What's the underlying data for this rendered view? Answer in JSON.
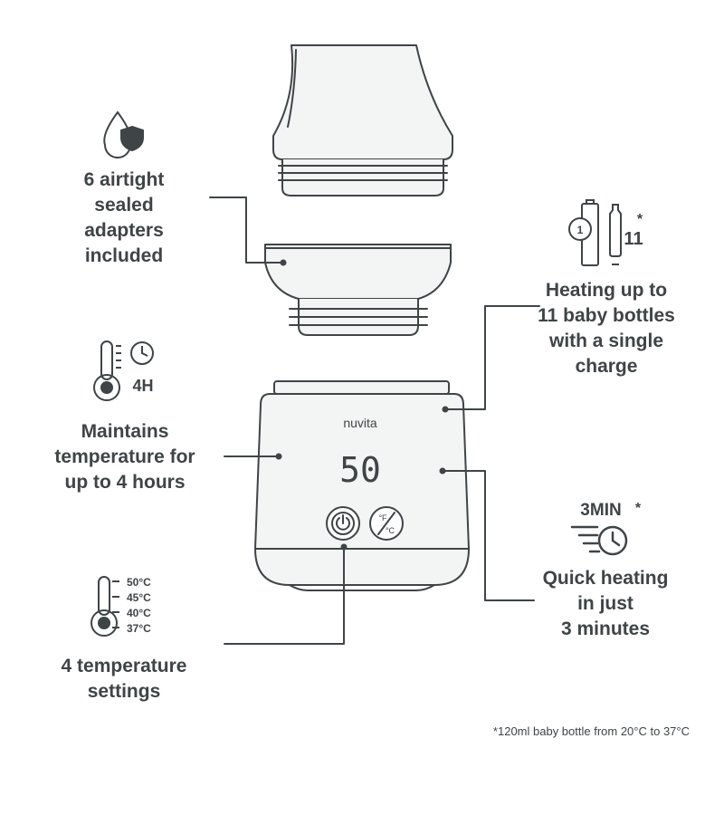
{
  "brand": "nuvita",
  "display_value": "50",
  "features": {
    "adapters": {
      "lines": [
        "6 airtight",
        "sealed",
        "adapters",
        "included"
      ]
    },
    "bottles": {
      "lines": [
        "Heating up to",
        "11 baby bottles",
        "with a single",
        "charge"
      ],
      "icon_count": "11",
      "icon_charge": "1",
      "asterisk": "*"
    },
    "maintain": {
      "lines": [
        "Maintains",
        "temperature for",
        "up to 4 hours"
      ],
      "icon_hours": "4H"
    },
    "quick": {
      "lines": [
        "Quick heating",
        "in just",
        "3 minutes"
      ],
      "icon_time": "3MIN",
      "asterisk": "*"
    },
    "temps": {
      "lines": [
        "4 temperature",
        "settings"
      ],
      "scale": [
        "50°C",
        "45°C",
        "40°C",
        "37°C"
      ]
    }
  },
  "unit_button": {
    "top": "°F",
    "bottom": "°C"
  },
  "footnote": "*120ml baby bottle from 20°C to 37°C",
  "colors": {
    "stroke": "#3f4447",
    "fill": "#f3f4f4",
    "background": "#ffffff"
  },
  "icons": [
    "drop-shield-icon",
    "battery-bottle-icon",
    "thermometer-clock-icon",
    "fast-timer-icon",
    "thermometer-scale-icon",
    "power-icon"
  ]
}
